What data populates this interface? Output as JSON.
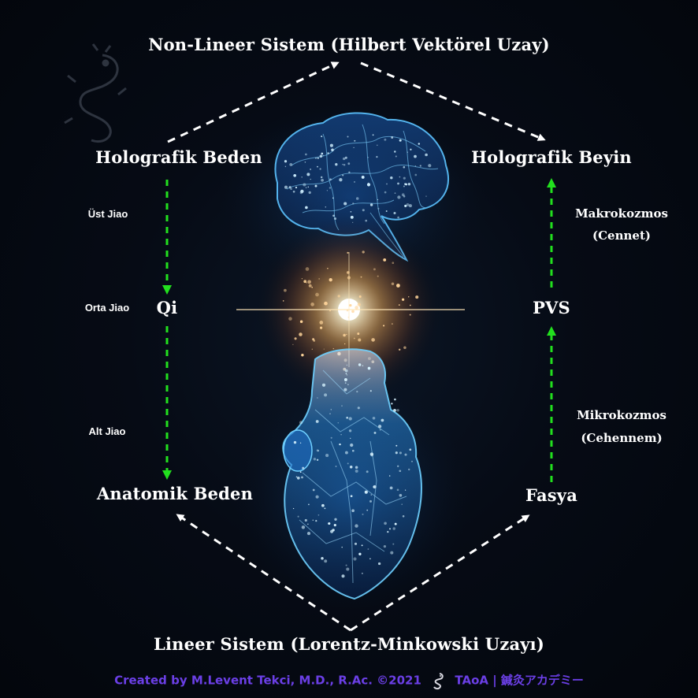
{
  "top_node": "Non-Lineer Sistem (Hilbert Vektörel Uzay)",
  "bottom_node": "Lineer Sistem (Lorentz-Minkowski Uzayı)",
  "left": {
    "top": "Holografik Beden",
    "middle": "Qi",
    "bottom": "Anatomik Beden",
    "labels": {
      "upper": "Üst Jiao",
      "middle": "Orta Jiao",
      "lower": "Alt Jiao"
    }
  },
  "right": {
    "top": "Holografik Beyin",
    "middle": "PVS",
    "bottom": "Fasya",
    "upper_label_1": "Makrokozmos",
    "upper_label_2": "(Cennet)",
    "lower_label_1": "Mikrokozmos",
    "lower_label_2": "(Cehennem)"
  },
  "footer": {
    "credit": "Created by M.Levent Tekci, M.D., R.Ac. ©2021",
    "brand": "TAoA | 鍼灸アカデミー"
  },
  "colors": {
    "dashed_arrow_white": "#ffffff",
    "dashed_arrow_green": "#22e01e",
    "footer_text": "#6b3fe6",
    "glow_core": "#ffb45a",
    "network_blue": "#2aa6ff"
  },
  "icons": [
    "dragon-emblem-icon",
    "dragon-footer-icon"
  ]
}
